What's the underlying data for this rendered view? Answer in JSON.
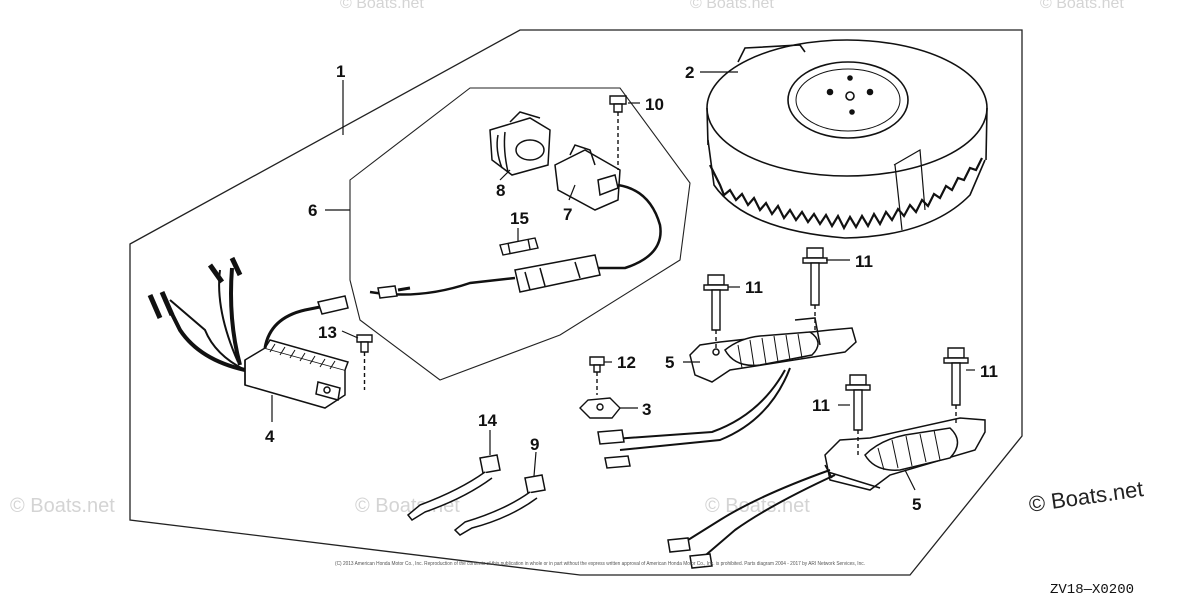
{
  "watermark": {
    "text": "© Boats.net",
    "brand": "© Boats.net"
  },
  "diagram_code": "ZV18—X0200",
  "copyright": "(C) 2013 American Honda Motor Co., Inc. Reproduction of the contents of this publication in whole or in part without the express written approval of American Honda Motor Co., Inc. is prohibited. Parts diagram 2004 - 2017 by ARI Network Services, Inc.",
  "callouts": [
    "1",
    "2",
    "3",
    "4",
    "5",
    "5",
    "6",
    "7",
    "8",
    "9",
    "10",
    "11",
    "11",
    "11",
    "11",
    "12",
    "13",
    "14",
    "15"
  ]
}
